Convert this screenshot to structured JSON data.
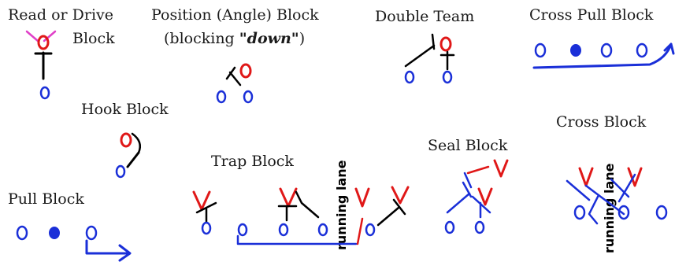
{
  "labels": {
    "read_drive_line1": "Read or Drive",
    "read_drive_line2": "Block",
    "position_line1": "Position (Angle) Block",
    "position_line2_a": "(blocking ",
    "position_line2_b": "\"down\"",
    "position_line2_c": ")",
    "double_team": "Double Team",
    "cross_pull": "Cross Pull Block",
    "hook": "Hook Block",
    "cross": "Cross Block",
    "seal": "Seal Block",
    "trap": "Trap Block",
    "pull": "Pull Block",
    "running_lane": "running lane"
  },
  "colors": {
    "offense": "#1a2fd8",
    "defense": "#e01818",
    "block_line": "#000000",
    "read_highlight": "#e040c8"
  }
}
